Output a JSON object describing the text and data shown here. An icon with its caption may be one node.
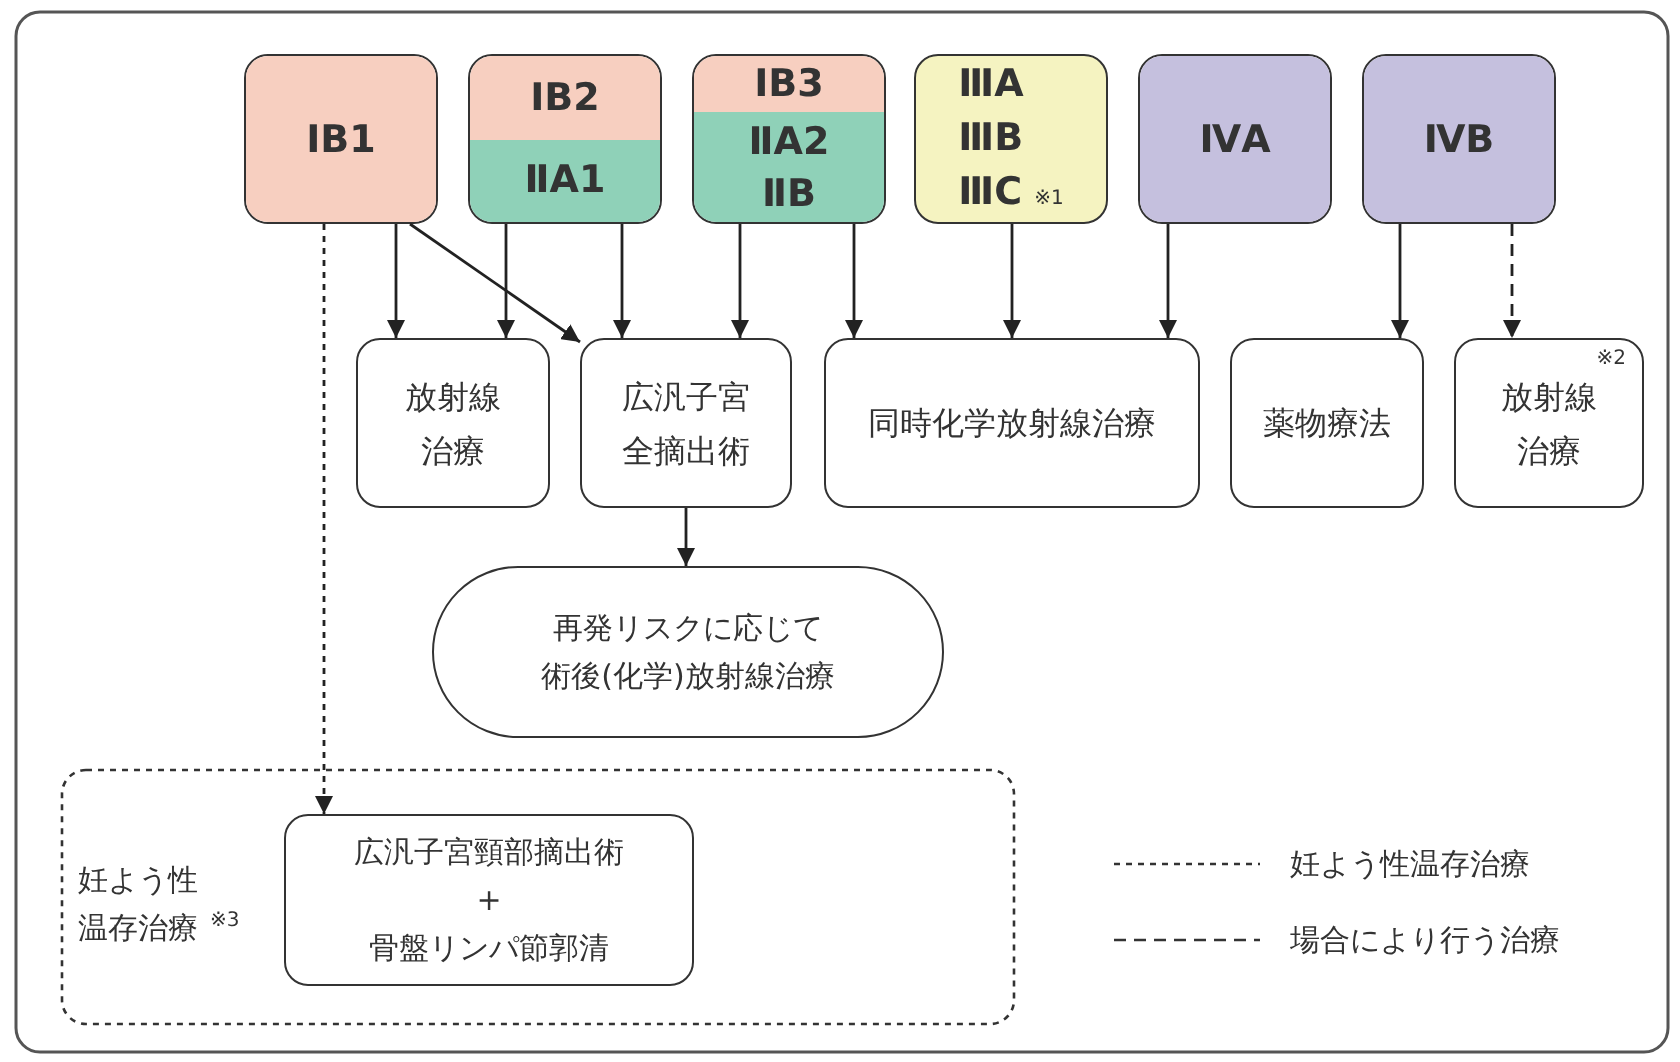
{
  "diagram": {
    "nodes": [
      {
        "text": [
          "ⅠB1"
        ]
      },
      {
        "text": [
          "ⅠB2",
          "ⅡA1"
        ]
      },
      {
        "text": [
          "ⅠB3",
          "ⅡA2 ⅡB"
        ]
      },
      {
        "text": [
          "ⅢA",
          "ⅢB",
          "ⅢC",
          "※1"
        ]
      },
      {
        "text": [
          "ⅣA"
        ]
      },
      {
        "text": [
          "ⅣB"
        ]
      },
      {
        "text": [
          "放射線治療"
        ]
      },
      {
        "text": [
          "広汎子宮全摘出術"
        ]
      },
      {
        "text": [
          "同時化学放射線治療"
        ]
      },
      {
        "text": [
          "薬物療法"
        ]
      },
      {
        "text": [
          "放射線治療",
          "※2"
        ]
      },
      {
        "text": [
          "再発リスクに応じて術後(化学)放射線治療"
        ]
      },
      {
        "text": [
          "妊よう性温存治療"
        ],
        "beside": [
          "※3"
        ]
      },
      {
        "text": [
          "広汎子宮頸部摘出術",
          "+",
          "骨盤リンパ節郭清"
        ],
        "in": 12
      }
    ],
    "edges": [
      {
        "from": 0,
        "to": 6,
        "arrow": "to"
      },
      {
        "from": 0,
        "to": 7,
        "arrow": "to"
      },
      {
        "from": 1,
        "to": 6,
        "arrow": "to"
      },
      {
        "from": 1,
        "to": 7,
        "arrow": "to"
      },
      {
        "from": 2,
        "to": 7,
        "arrow": "to"
      },
      {
        "from": 2,
        "to": 8,
        "arrow": "to"
      },
      {
        "from": 3,
        "to": 8,
        "arrow": "to"
      },
      {
        "from": 4,
        "to": 8,
        "arrow": "to"
      },
      {
        "from": 5,
        "to": 9,
        "arrow": "to"
      },
      {
        "from": 5,
        "to": 10,
        "arrow": "to",
        "style": "dashed"
      },
      {
        "from": 7,
        "to": 11,
        "arrow": "to"
      },
      {
        "from": 0,
        "to": 13,
        "arrow": "to",
        "style": "dashed"
      }
    ],
    "legend": [
      {
        "text": "妊よう性温存治療"
      },
      {
        "text": "場合により行う治療"
      }
    ]
  }
}
